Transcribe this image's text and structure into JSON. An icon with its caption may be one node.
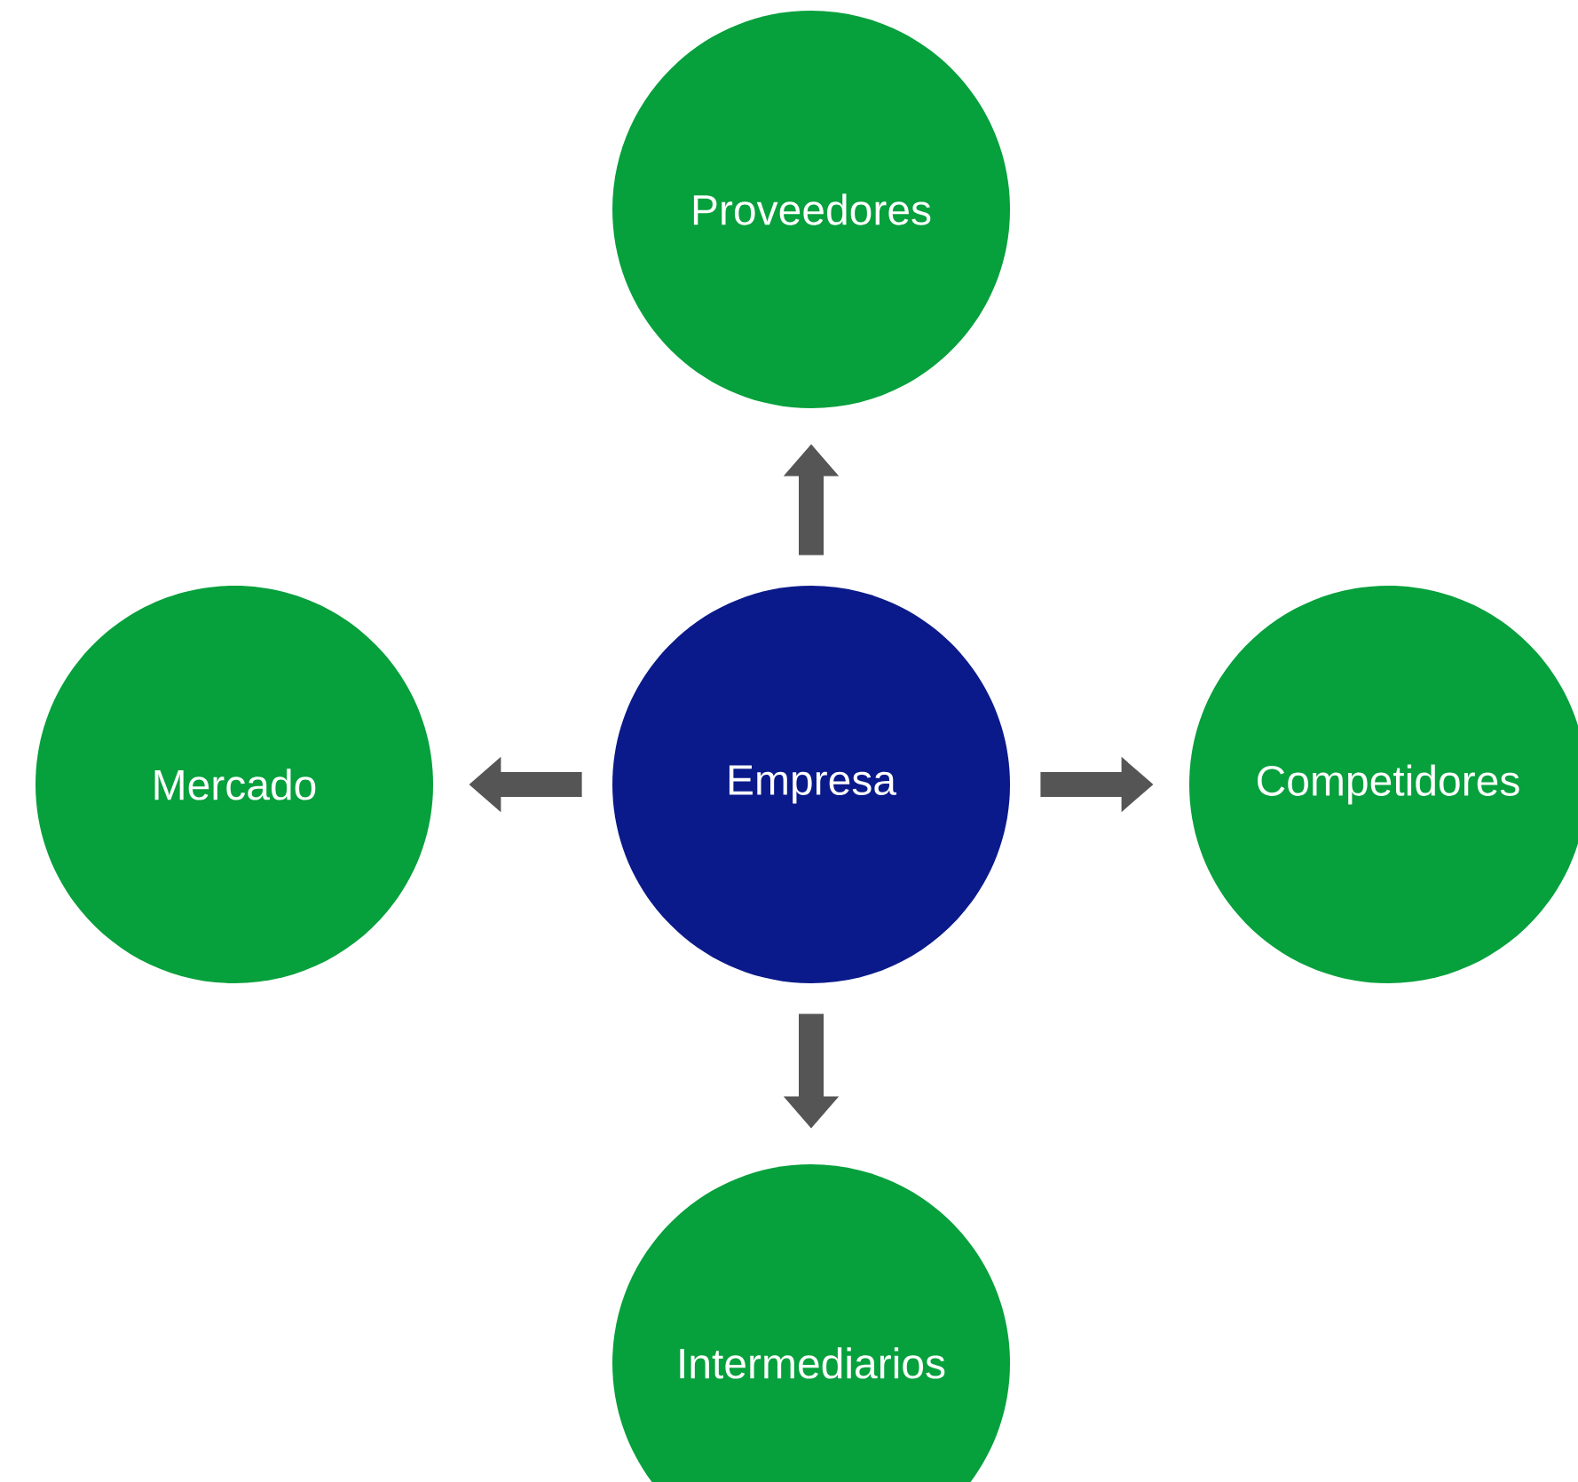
{
  "diagram": {
    "nodes": [
      {
        "text": [
          "Proveedores"
        ]
      },
      {
        "text": [
          "Mercado"
        ]
      },
      {
        "text": [
          "Empresa"
        ]
      },
      {
        "text": [
          "Competidores"
        ]
      },
      {
        "text": [
          "Intermediarios"
        ]
      }
    ],
    "edges": [
      {
        "from": 2,
        "to": 0,
        "arrow": "to"
      },
      {
        "from": 2,
        "to": 1,
        "arrow": "to"
      },
      {
        "from": 2,
        "to": 3,
        "arrow": "to"
      },
      {
        "from": 2,
        "to": 4,
        "arrow": "to"
      }
    ]
  }
}
